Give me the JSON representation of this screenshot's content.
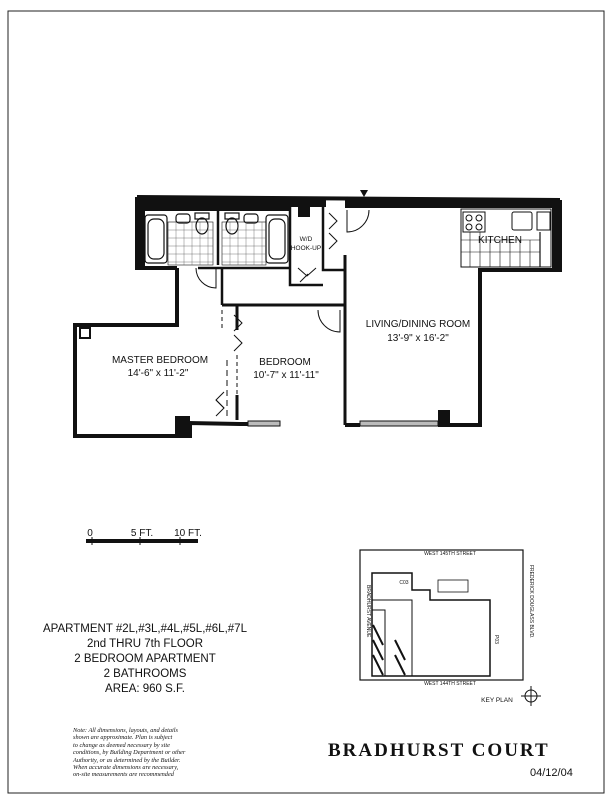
{
  "plan": {
    "rooms": {
      "master_bedroom": {
        "name": "MASTER BEDROOM",
        "size": "14'-6\" x 11'-2\""
      },
      "bedroom": {
        "name": "BEDROOM",
        "size": "10'-7\" x 11'-11\""
      },
      "living": {
        "name": "LIVING/DINING ROOM",
        "size": "13'-9\" x 16'-2\""
      },
      "kitchen": {
        "name": "KITCHEN"
      },
      "wd": {
        "line1": "W/D",
        "line2": "HOOK-UP"
      }
    }
  },
  "scale": {
    "zero": "0",
    "five": "5 FT.",
    "ten": "10 FT."
  },
  "key_plan": {
    "title": "KEY PLAN",
    "north_street": "WEST 145TH STREET",
    "south_street": "WEST 144TH STREET",
    "west_avenue": "BRADHURST AVENUE",
    "east_avenue": "FREDERICK DOUGLASS BLVD.",
    "label_left": "C03",
    "label_right": "P03"
  },
  "apartment": {
    "line1": "APARTMENT #2L,#3L,#4L,#5L,#6L,#7L",
    "line2": "2nd THRU 7th FLOOR",
    "line3": "2 BEDROOM APARTMENT",
    "line4": "2 BATHROOMS",
    "line5": "AREA: 960 S.F."
  },
  "note": [
    "Note: All dimensions, layouts, and details",
    "shown are approximate. Plan is subject",
    "to change as deemed necessary by site",
    "conditions, by Building Department or other",
    "Authority, or as determined by the Builder.",
    "When accurate dimensions are necessary,",
    "on-site measurements are recommended"
  ],
  "brand": "BRADHURST COURT",
  "date": "04/12/04"
}
